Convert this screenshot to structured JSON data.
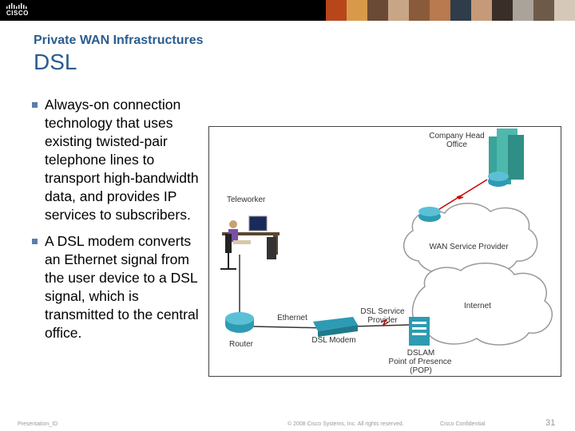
{
  "header": {
    "logo_text": "CISCO"
  },
  "slide": {
    "subtitle": "Private WAN Infrastructures",
    "title": "DSL",
    "bullets": [
      "Always-on connection technology that uses existing twisted-pair telephone lines to transport high-bandwidth data, and provides IP services to subscribers.",
      "A DSL modem converts an Ethernet signal from the user device to a DSL signal, which is transmitted to the central office."
    ]
  },
  "diagram": {
    "company_head_office": "Company Head Office",
    "teleworker": "Teleworker",
    "wan_service_provider": "WAN Service Provider",
    "internet": "Internet",
    "dsl_service_provider": "DSL Service Provider",
    "ethernet": "Ethernet",
    "router": "Router",
    "dsl_modem": "DSL Modem",
    "dslam": "DSLAM",
    "point_of_presence": "Point of Presence",
    "pop": "(POP)"
  },
  "footer": {
    "presentation_id": "Presentation_ID",
    "copyright": "© 2008 Cisco Systems, Inc. All rights reserved.",
    "confidential": "Cisco Confidential",
    "page_number": "31"
  },
  "colors": {
    "title": "#2a5d8f",
    "router": "#2d9bb3",
    "cloud": "#ffffff"
  }
}
